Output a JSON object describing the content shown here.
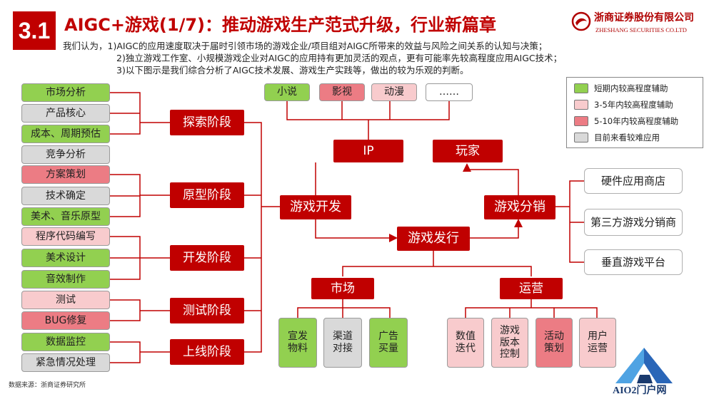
{
  "header": {
    "section_number": "3.1",
    "title": "AIGC+游戏(1/7)：推动游戏生产范式升级，行业新篇章",
    "company_cn": "浙商证券股份有限公司",
    "company_en": "ZHESHANG SECURITIES CO.LTD"
  },
  "intro": {
    "line1": "我们认为，1)AIGC的应用速度取决于届时引领市场的游戏企业/项目组对AIGC所带来的效益与风险之间关系的认知与决策；",
    "line2": "2)独立游戏工作室、小规模游戏企业对AIGC的应用持有更加灵活的观点，更有可能率先较高程度应用AIGC技术；",
    "line3": "3)以下图示是我们综合分析了AIGC技术发展、游戏生产实践等，做出的较为乐观的判断。"
  },
  "legend": {
    "items": [
      {
        "label": "短期内较高程度辅助",
        "color": "#92d050"
      },
      {
        "label": "3-5年内较高程度辅助",
        "color": "#f8cbcd"
      },
      {
        "label": "5-10年内较高程度辅助",
        "color": "#ec7c84"
      },
      {
        "label": "目前来看较难应用",
        "color": "#d9d9d9"
      }
    ]
  },
  "tasks": [
    {
      "label": "市场分析",
      "level": "green"
    },
    {
      "label": "产品核心",
      "level": "gray"
    },
    {
      "label": "成本、周期预估",
      "level": "green"
    },
    {
      "label": "竞争分析",
      "level": "gray"
    },
    {
      "label": "方案策划",
      "level": "salmon"
    },
    {
      "label": "技术确定",
      "level": "gray"
    },
    {
      "label": "美术、音乐原型",
      "level": "green"
    },
    {
      "label": "程序代码编写",
      "level": "pink"
    },
    {
      "label": "美术设计",
      "level": "green"
    },
    {
      "label": "音效制作",
      "level": "green"
    },
    {
      "label": "测试",
      "level": "pink"
    },
    {
      "label": "BUG修复",
      "level": "salmon"
    },
    {
      "label": "数据监控",
      "level": "green"
    },
    {
      "label": "紧急情况处理",
      "level": "gray"
    }
  ],
  "stages": [
    "探索阶段",
    "原型阶段",
    "开发阶段",
    "测试阶段",
    "上线阶段"
  ],
  "ip_sources": [
    {
      "label": "小说",
      "level": "green"
    },
    {
      "label": "影视",
      "level": "salmon"
    },
    {
      "label": "动漫",
      "level": "pink"
    },
    {
      "label": "……",
      "level": "white"
    }
  ],
  "nodes": {
    "ip": "IP",
    "player": "玩家",
    "game_dev": "游戏开发",
    "game_dist": "游戏分销",
    "game_publish": "游戏发行",
    "market": "市场",
    "operations": "运营"
  },
  "channels": [
    "硬件应用商店",
    "第三方游戏分销商",
    "垂直游戏平台"
  ],
  "market_items": [
    {
      "label": "宣发物料",
      "level": "green"
    },
    {
      "label": "渠道对接",
      "level": "gray"
    },
    {
      "label": "广告买量",
      "level": "green"
    }
  ],
  "ops_items": [
    {
      "label": "数值迭代",
      "level": "pink"
    },
    {
      "label": "游戏版本控制",
      "level": "pink"
    },
    {
      "label": "活动策划",
      "level": "salmon"
    },
    {
      "label": "用户运营",
      "level": "pink"
    }
  ],
  "footer": {
    "source": "数据来源：浙商证券研究所",
    "watermark": "AIO2门户网"
  }
}
